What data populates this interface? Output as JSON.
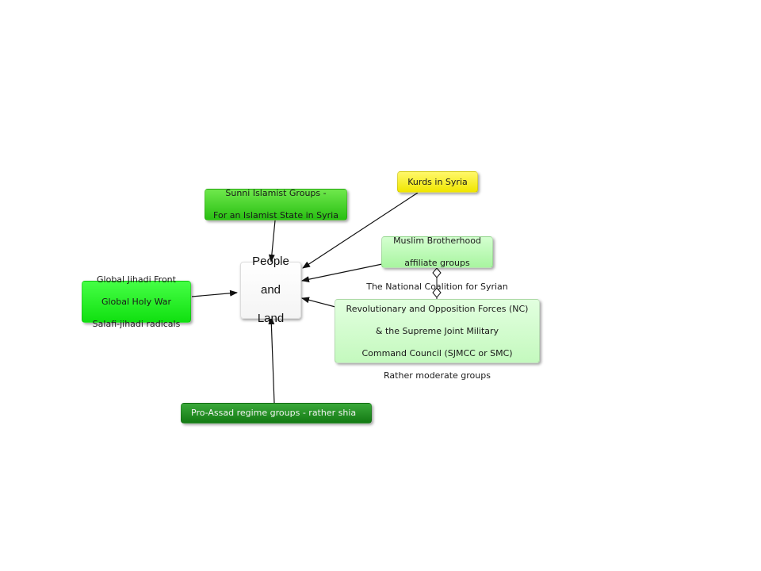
{
  "diagram": {
    "center": {
      "line1": "People",
      "line2": "and",
      "line3": "Land"
    },
    "nodes": {
      "kurds": {
        "lines": [
          "Kurds in Syria"
        ],
        "color": "#f0e600"
      },
      "sunni": {
        "lines": [
          "Sunni Islamist Groups -",
          "For an Islamist State in Syria"
        ],
        "color": "#28bf12"
      },
      "muslim_brotherhood": {
        "lines": [
          "Muslim Brotherhood",
          "affiliate groups"
        ],
        "color": "#a8f5a0"
      },
      "global_jihadi": {
        "lines": [
          "Global Jihadi Front",
          "Global Holy War",
          "Salafi-jihadi radicals"
        ],
        "color": "#10e010"
      },
      "national_coalition": {
        "lines": [
          "The National Coalition for Syrian",
          "Revolutionary and Opposition Forces (NC)",
          "& the Supreme Joint Military",
          "Command Council (SJMCC or SMC)",
          "Rather moderate groups"
        ],
        "color": "#c4f9be"
      },
      "pro_assad": {
        "lines": [
          "Pro-Assad regime groups - rather shia"
        ],
        "color": "#137a13"
      }
    },
    "edges": [
      {
        "from": "sunni",
        "to": "center",
        "style": "arrow"
      },
      {
        "from": "kurds",
        "to": "center",
        "style": "arrow"
      },
      {
        "from": "muslim_brotherhood",
        "to": "center",
        "style": "arrow"
      },
      {
        "from": "global_jihadi",
        "to": "center",
        "style": "arrow"
      },
      {
        "from": "national_coalition",
        "to": "center",
        "style": "arrow"
      },
      {
        "from": "pro_assad",
        "to": "center",
        "style": "arrow"
      },
      {
        "from": "muslim_brotherhood",
        "to": "national_coalition",
        "style": "aggregation-diamonds"
      }
    ]
  }
}
